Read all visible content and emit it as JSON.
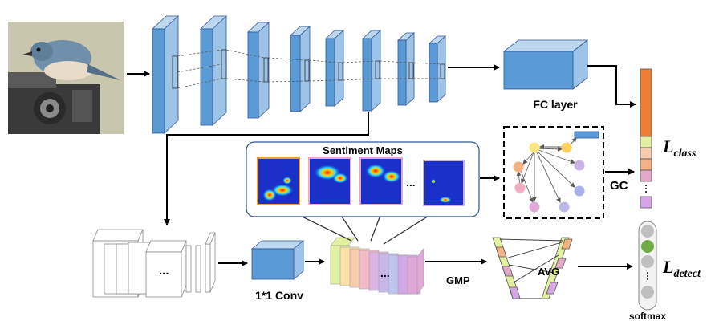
{
  "labels": {
    "fc_layer": "FC layer",
    "sentiment_maps": "Sentiment Maps",
    "gc": "GC",
    "gmp": "GMP",
    "avg": "AVG",
    "conv": "1*1 Conv",
    "softmax": "softmax",
    "ellipsis": "..."
  },
  "losses": {
    "class": {
      "main": "L",
      "sub": "class"
    },
    "detect": {
      "main": "L",
      "sub": "detect"
    }
  },
  "colors": {
    "cube_front": "#5b9bd5",
    "cube_side": "#9dc3e6",
    "cube_top": "#bdd7ee",
    "class_bar_top": "#ed7d31",
    "class_bar_bottom": [
      "#e2f0a0",
      "#f8cbad",
      "#f4b183",
      "#e2a8c8",
      "#d5a6e6"
    ],
    "graph_nodes": [
      "#ffe680",
      "#f4b183",
      "#e2a8c8",
      "#c9b3e6",
      "#a9b8e8",
      "#b3a6e6"
    ],
    "softmax_nodes": [
      "#bfbfbf",
      "#70ad47",
      "#bfbfbf",
      "#bfbfbf",
      "#bfbfbf"
    ]
  },
  "icons": {
    "input_image": "bird-on-camera-photo",
    "heatmaps": "sentiment-heatmap-thumbnails"
  }
}
